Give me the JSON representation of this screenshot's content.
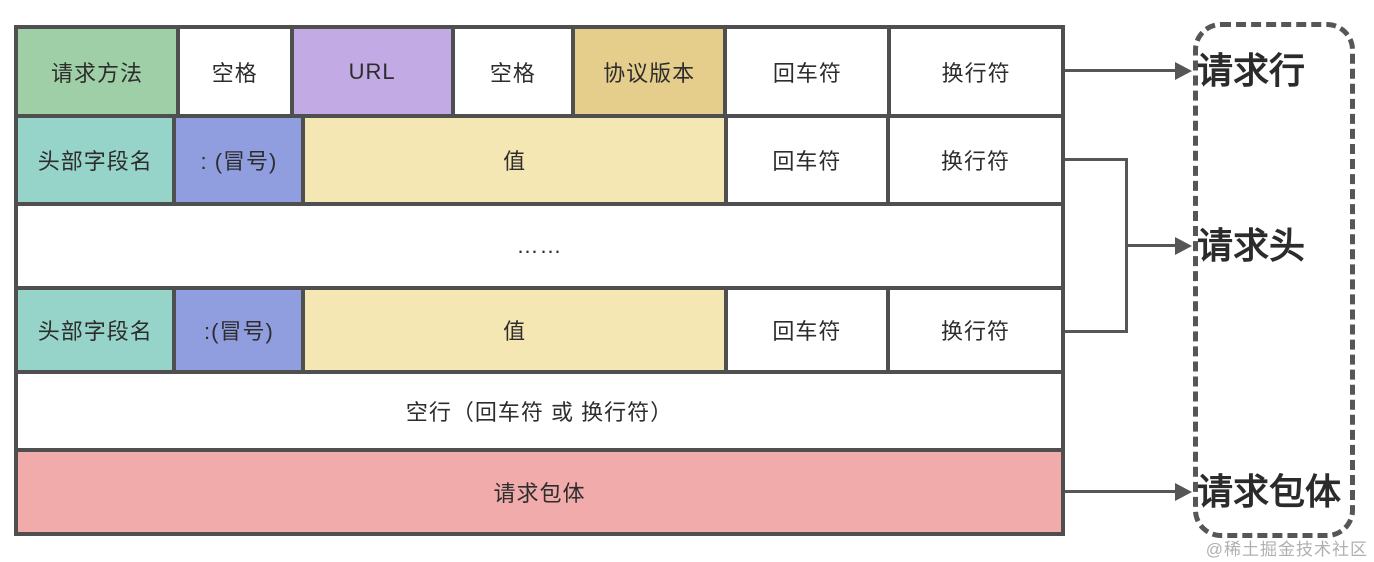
{
  "colors": {
    "green": "#9ecfa6",
    "purple": "#c2abe4",
    "khaki": "#e5cd8c",
    "teal": "#96d3c8",
    "blue": "#909ee0",
    "cream": "#f5e7b4",
    "pink": "#f0abaa",
    "white": "#ffffff",
    "border": "#4f4f4f",
    "line": "#565656",
    "text": "#2d2d2d",
    "watermark_gray": "#b0b0b0"
  },
  "table": {
    "request_line": {
      "cells": [
        {
          "label": "请求方法"
        },
        {
          "label": "空格"
        },
        {
          "label": "URL"
        },
        {
          "label": "空格"
        },
        {
          "label": "协议版本"
        },
        {
          "label": "回车符"
        },
        {
          "label": "换行符"
        }
      ]
    },
    "header_row_1": {
      "cells": [
        {
          "label": "头部字段名"
        },
        {
          "label": ": (冒号)"
        },
        {
          "label": "值"
        },
        {
          "label": "回车符"
        },
        {
          "label": "换行符"
        }
      ]
    },
    "ellipsis_row": {
      "label": "……"
    },
    "header_row_2": {
      "cells": [
        {
          "label": "头部字段名"
        },
        {
          "label": ":(冒号)"
        },
        {
          "label": "值"
        },
        {
          "label": "回车符"
        },
        {
          "label": "换行符"
        }
      ]
    },
    "blank_line_row": {
      "label": "空行（回车符 或 换行符）"
    },
    "body_row": {
      "label": "请求包体"
    }
  },
  "legend": {
    "request_line": "请求行",
    "request_headers": "请求头",
    "request_body": "请求包体"
  },
  "watermark": "@稀土掘金技术社区"
}
